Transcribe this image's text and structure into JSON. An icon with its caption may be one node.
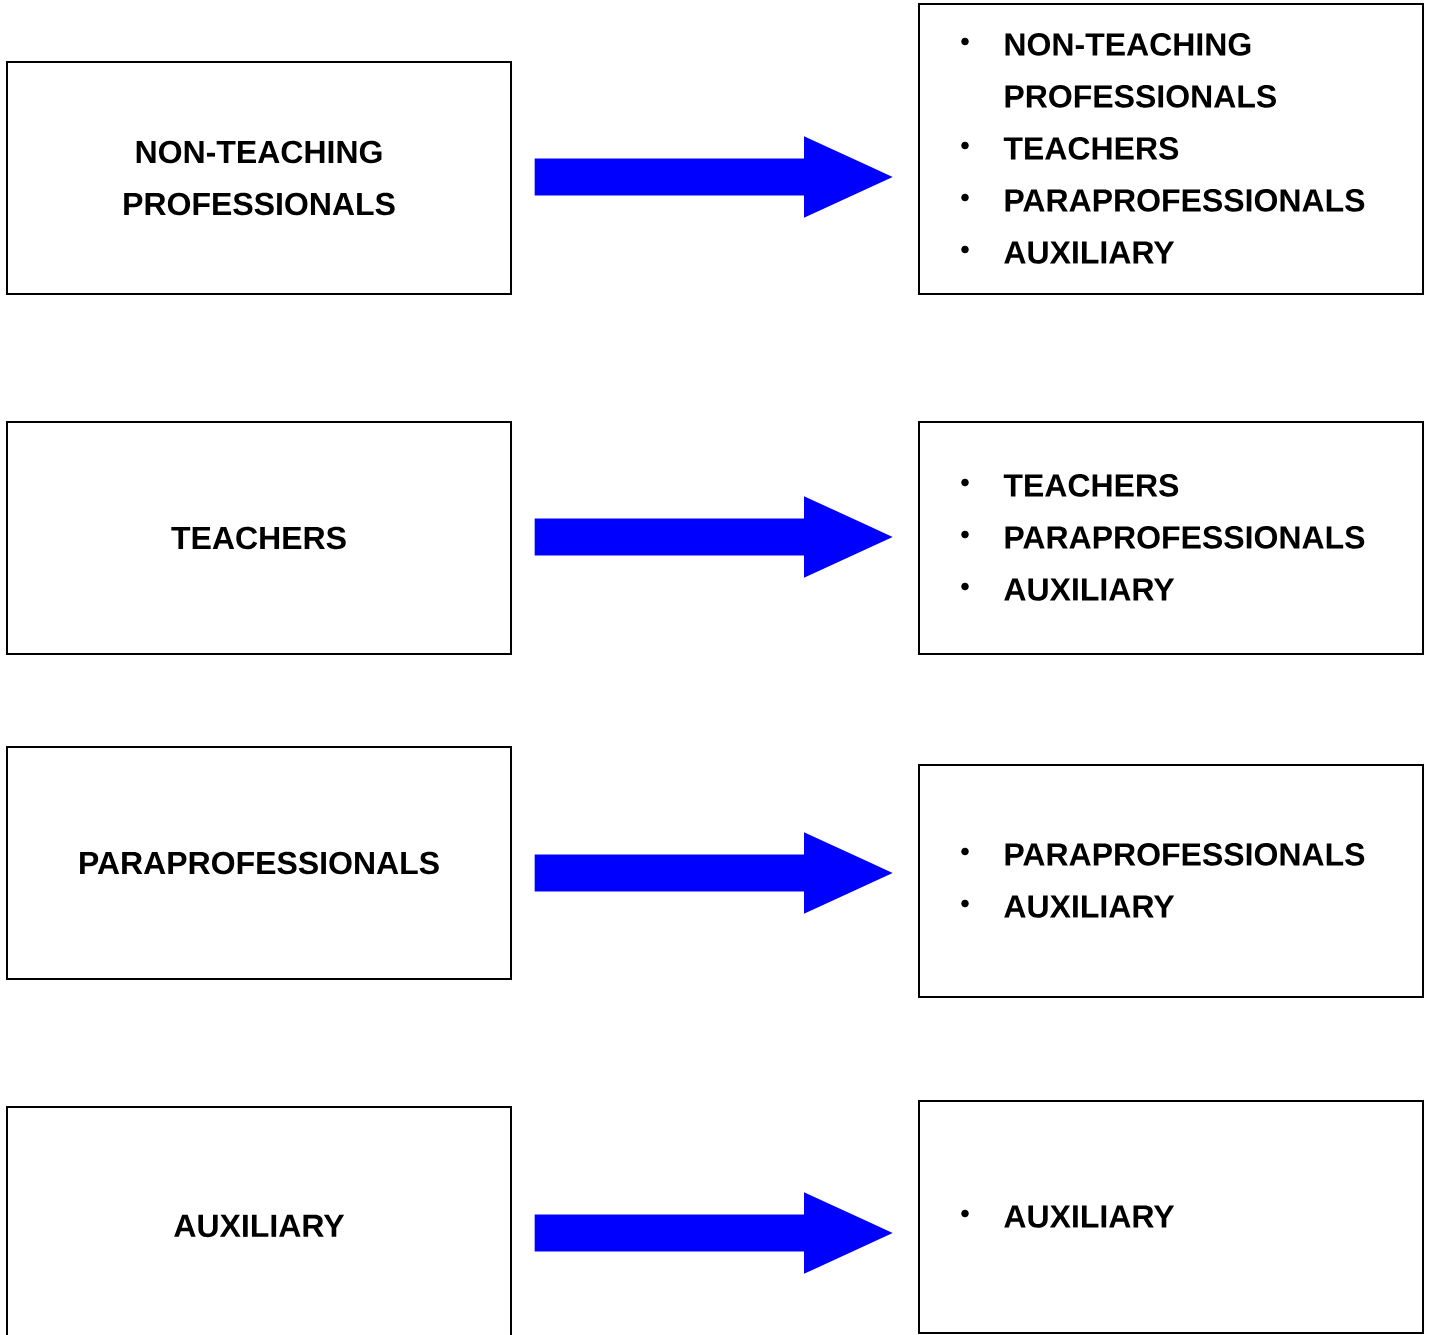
{
  "diagram": {
    "nodes": [
      {
        "text": [
          "NON-TEACHING PROFESSIONALS"
        ]
      },
      {
        "text": [
          "NON-TEACHING PROFESSIONALS",
          "TEACHERS",
          "PARAPROFESSIONALS",
          "AUXILIARY"
        ]
      },
      {
        "text": [
          "TEACHERS"
        ]
      },
      {
        "text": [
          "TEACHERS",
          "PARAPROFESSIONALS",
          "AUXILIARY"
        ]
      },
      {
        "text": [
          "PARAPROFESSIONALS"
        ]
      },
      {
        "text": [
          "PARAPROFESSIONALS",
          "AUXILIARY"
        ]
      },
      {
        "text": [
          "AUXILIARY"
        ]
      },
      {
        "text": [
          "AUXILIARY"
        ]
      }
    ],
    "edges": [
      {
        "from": 0,
        "to": 1,
        "arrow": "to"
      },
      {
        "from": 2,
        "to": 3,
        "arrow": "to"
      },
      {
        "from": 4,
        "to": 5,
        "arrow": "to"
      },
      {
        "from": 6,
        "to": 7,
        "arrow": "to"
      }
    ]
  }
}
